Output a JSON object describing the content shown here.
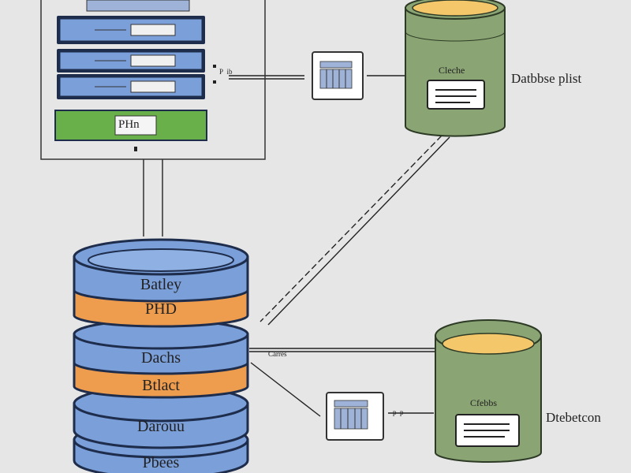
{
  "server": {
    "label": "PHn",
    "connector_label": "P  ib"
  },
  "cylinder_top": {
    "label": "Cleche",
    "side_label": "Datbbse plist"
  },
  "cylinder_bottom": {
    "label": "Cfebbs",
    "side_label": "Dtebetcon"
  },
  "stack": {
    "labels": [
      "Batley",
      "PHD",
      "Dachs",
      "Btlact",
      "Darouu",
      "Pbees"
    ]
  },
  "connectors": {
    "mid_label": "Carres",
    "bottom_label": "p  p"
  },
  "colors": {
    "background": "#e6e6e6",
    "stack_blue": "#7b9fd9",
    "stack_orange": "#ee9c4e",
    "stack_dark": "#1e2d4c",
    "cylinder_green": "#8aa474",
    "cylinder_fill": "#f3c76a",
    "server_green": "#6ab04a",
    "server_blue": "#7b9fd9"
  }
}
